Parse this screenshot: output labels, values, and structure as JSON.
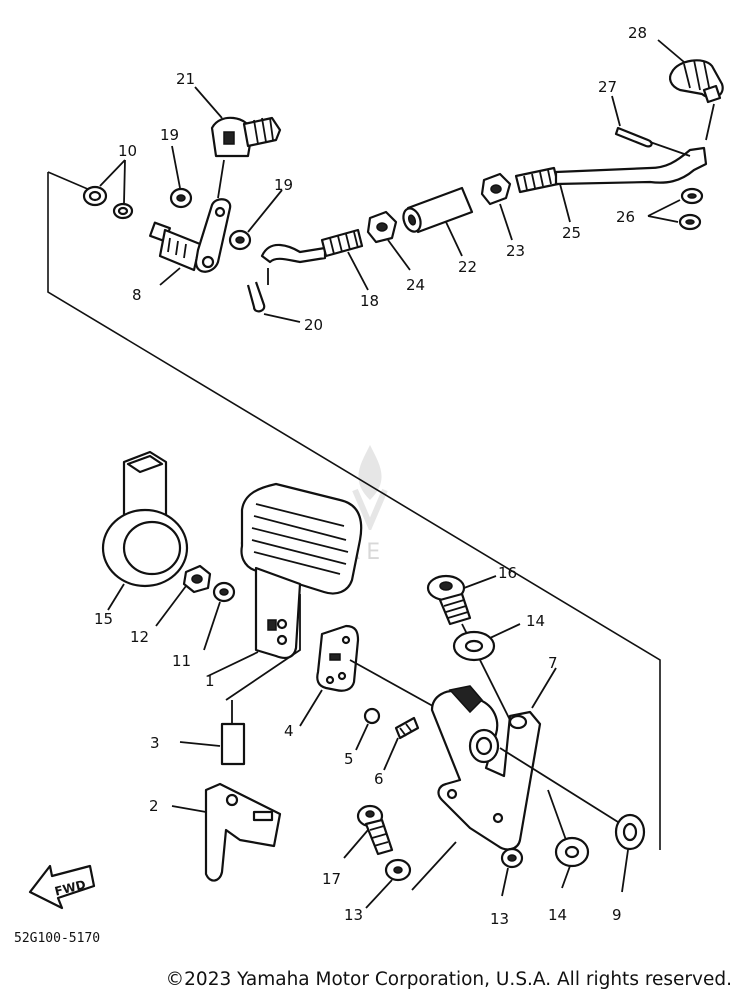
{
  "diagram": {
    "drawing_code": "52G100-5170",
    "copyright": "©2023 Yamaha Motor Corporation, U.S.A. All rights reserved.",
    "direction_arrow_label": "FWD",
    "watermark_text": "VENTURE",
    "callouts": {
      "c1": "1",
      "c2": "2",
      "c3": "3",
      "c4": "4",
      "c5": "5",
      "c6": "6",
      "c7": "7",
      "c8": "8",
      "c9": "9",
      "c10": "10",
      "c11": "11",
      "c12": "12",
      "c13a": "13",
      "c13b": "13",
      "c14a": "14",
      "c14b": "14",
      "c15": "15",
      "c16": "16",
      "c17": "17",
      "c18": "18",
      "c19a": "19",
      "c19b": "19",
      "c20": "20",
      "c21": "21",
      "c22": "22",
      "c23": "23",
      "c24": "24",
      "c25": "25",
      "c26": "26",
      "c27": "27",
      "c28": "28"
    }
  },
  "colors": {
    "ink": "#111111",
    "paper": "#ffffff",
    "watermark": "#d8d8d8"
  }
}
